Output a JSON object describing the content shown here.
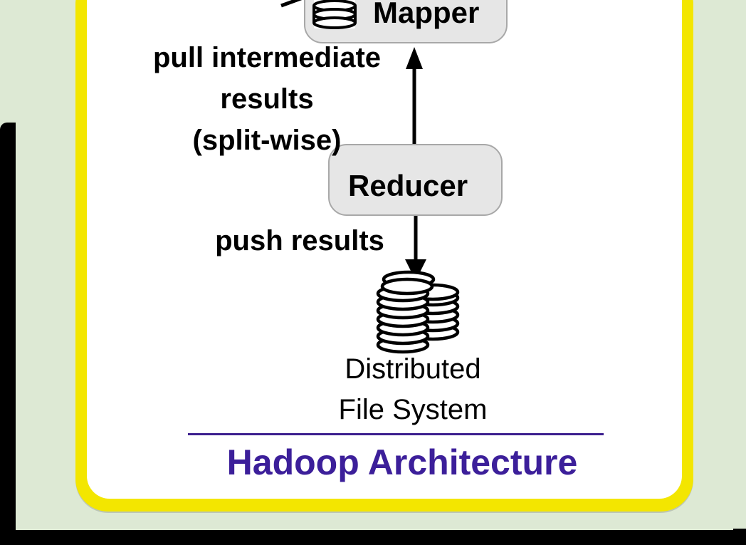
{
  "diagram": {
    "nodes": {
      "mapper": {
        "label": "Mapper"
      },
      "reducer": {
        "label": "Reducer"
      },
      "dfs": {
        "line1": "Distributed",
        "line2": "File System"
      }
    },
    "edges": {
      "pull": {
        "line1": "pull intermediate",
        "line2": "results",
        "line3": "(split-wise)"
      },
      "push": {
        "label": "push results"
      }
    },
    "caption": "Hadoop Architecture"
  },
  "colors": {
    "background": "#dde9d4",
    "panel_border": "#f3e600",
    "panel_fill": "#ffffff",
    "node_fill": "#e6e6e6",
    "node_border": "#a8a8a8",
    "caption": "#3c1f9a"
  },
  "icons": [
    "database-stack-icon",
    "distributed-storage-icon",
    "arrow-up-icon",
    "arrow-down-icon"
  ]
}
